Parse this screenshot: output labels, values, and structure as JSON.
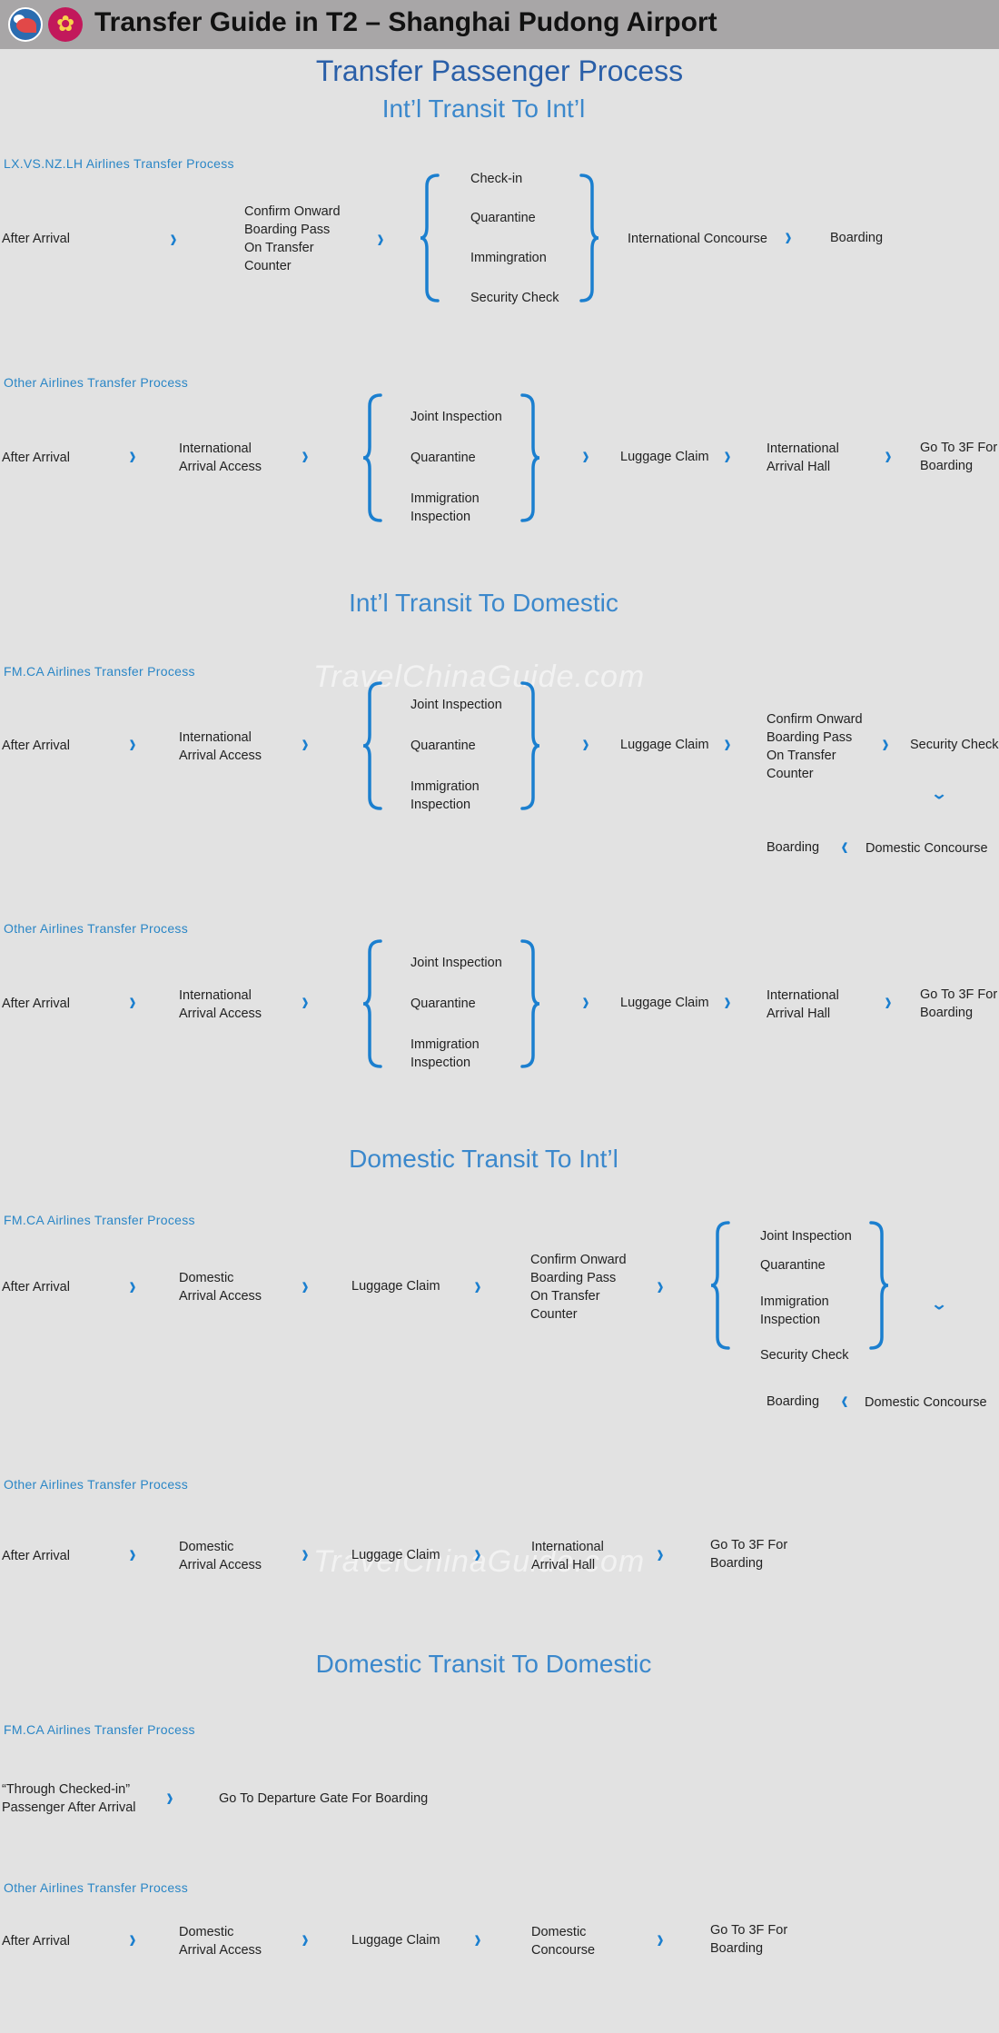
{
  "header": {
    "title": "Transfer Guide in T2 – Shanghai Pudong Airport"
  },
  "page_title": "Transfer Passenger Process",
  "watermark": "TravelChinaGuide.com",
  "s1": {
    "title": "Int’l Transit To Int’l",
    "a": {
      "label": "LX.VS.NZ.LH Airlines Transfer Process",
      "after_arrival": "After Arrival",
      "confirm": [
        "Confirm Onward",
        "Boarding Pass",
        "On Transfer",
        "Counter"
      ],
      "group": [
        "Check-in",
        "Quarantine",
        "Immingration",
        "Security Check"
      ],
      "intl_concourse": "International Concourse",
      "boarding": "Boarding"
    },
    "b": {
      "label": "Other Airlines Transfer Process",
      "after_arrival": "After Arrival",
      "access": [
        "International",
        "Arrival Access"
      ],
      "group": [
        "Joint Inspection",
        "Quarantine",
        "Immigration",
        "Inspection"
      ],
      "luggage": "Luggage Claim",
      "hall": [
        "International",
        "Arrival Hall"
      ],
      "goto": [
        "Go To 3F For",
        "Boarding"
      ]
    }
  },
  "s2": {
    "title": "Int’l Transit To Domestic",
    "a": {
      "label": "FM.CA  Airlines Transfer Process",
      "after_arrival": "After Arrival",
      "access": [
        "International",
        "Arrival Access"
      ],
      "group": [
        "Joint Inspection",
        "Quarantine",
        "Immigration",
        "Inspection"
      ],
      "luggage": "Luggage Claim",
      "confirm": [
        "Confirm Onward",
        "Boarding Pass",
        "On Transfer",
        "Counter"
      ],
      "security": "Security Check",
      "boarding": "Boarding",
      "dom_concourse": "Domestic Concourse"
    },
    "b": {
      "label": "Other Airlines Transfer Process",
      "after_arrival": "After Arrival",
      "access": [
        "International",
        "Arrival Access"
      ],
      "group": [
        "Joint Inspection",
        "Quarantine",
        "Immigration",
        "Inspection"
      ],
      "luggage": "Luggage Claim",
      "hall": [
        "International",
        "Arrival Hall"
      ],
      "goto": [
        "Go To 3F For",
        "Boarding"
      ]
    }
  },
  "s3": {
    "title": "Domestic Transit To Int’l",
    "a": {
      "label": "FM.CA  Airlines Transfer Process",
      "after_arrival": "After Arrival",
      "access": [
        "Domestic",
        "Arrival Access"
      ],
      "luggage": "Luggage Claim",
      "confirm": [
        "Confirm Onward",
        "Boarding Pass",
        "On Transfer",
        "Counter"
      ],
      "group": [
        "Joint Inspection",
        "Quarantine",
        "Immigration",
        "Inspection"
      ],
      "security": "Security Check",
      "boarding": "Boarding",
      "dom_concourse": "Domestic Concourse"
    },
    "b": {
      "label": "Other Airlines Transfer Process",
      "after_arrival": "After Arrival",
      "access": [
        "Domestic",
        "Arrival Access"
      ],
      "luggage": "Luggage Claim",
      "hall": [
        "International",
        "Arrival Hall"
      ],
      "goto": [
        "Go To 3F For",
        "Boarding"
      ]
    }
  },
  "s4": {
    "title": "Domestic Transit To Domestic",
    "a": {
      "label": "FM.CA  Airlines Transfer Process",
      "through": [
        "“Through Checked-in”",
        "Passenger After Arrival"
      ],
      "gate": "Go To Departure Gate For Boarding"
    },
    "b": {
      "label": "Other Airlines Transfer Process",
      "after_arrival": "After Arrival",
      "access": [
        "Domestic",
        "Arrival Access"
      ],
      "luggage": "Luggage Claim",
      "concourse": [
        "Domestic",
        "Concourse"
      ],
      "goto": [
        "Go To 3F For",
        "Boarding"
      ]
    }
  }
}
